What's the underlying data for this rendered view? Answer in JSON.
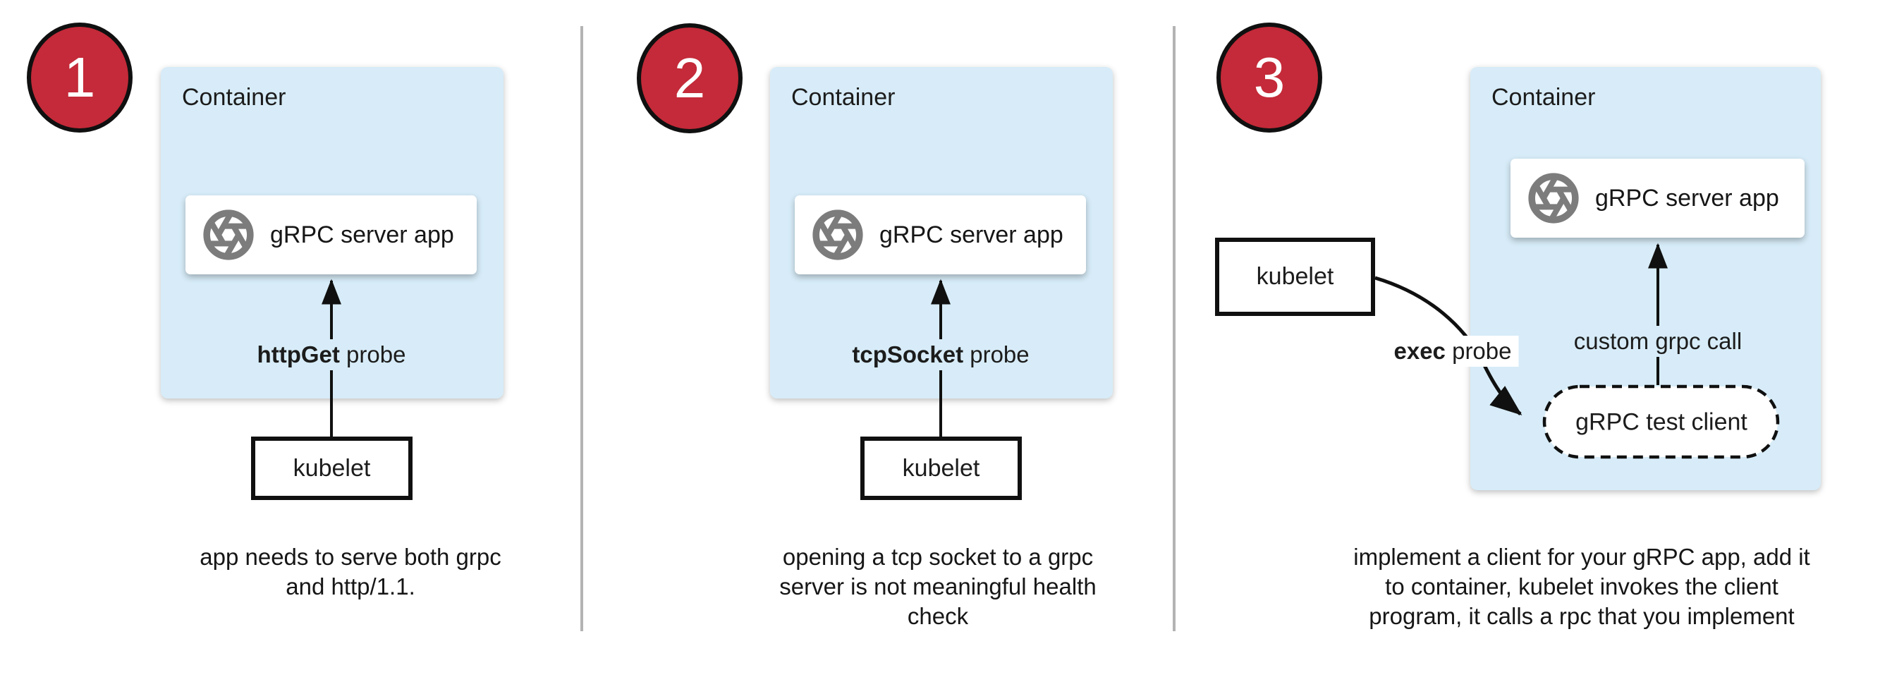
{
  "colors": {
    "container_fill": "#D7ECF8",
    "circle_fill": "#C42A39",
    "icon_gray": "#7C7C7C",
    "divider": "#B3B3B3",
    "line": "#101010"
  },
  "panels": [
    {
      "number": "1",
      "container_label": "Container",
      "app_label": "gRPC server app",
      "probe_bold": "httpGet",
      "probe_rest": " probe",
      "kubelet_label": "kubelet",
      "caption_lines": [
        "app needs to serve both grpc",
        "and http/1.1."
      ]
    },
    {
      "number": "2",
      "container_label": "Container",
      "app_label": "gRPC server app",
      "probe_bold": "tcpSocket",
      "probe_rest": " probe",
      "kubelet_label": "kubelet",
      "caption_lines": [
        "opening a tcp socket to a grpc",
        "server is not meaningful health",
        "check"
      ]
    },
    {
      "number": "3",
      "container_label": "Container",
      "app_label": "gRPC server app",
      "probe_bold": "exec",
      "probe_rest": " probe",
      "kubelet_label": "kubelet",
      "custom_call_label": "custom grpc call",
      "test_client_label": "gRPC test client",
      "caption_lines": [
        "implement a client for your gRPC app, add it",
        "to container, kubelet invokes the client",
        "program, it calls a rpc that you implement"
      ]
    }
  ]
}
